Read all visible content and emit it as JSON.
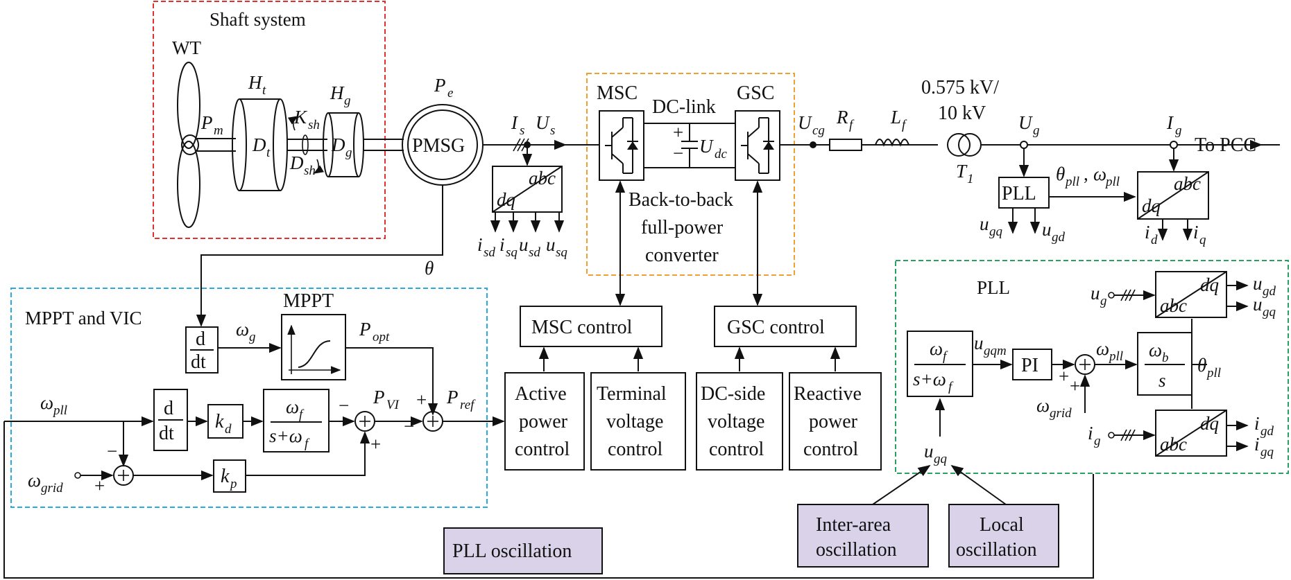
{
  "regions": {
    "shaft": "Shaft system",
    "mppt_vic": "MPPT and VIC",
    "pll": "PLL",
    "converter": "Back-to-back full-power converter"
  },
  "converter_text": [
    "Back-to-back",
    "full-power",
    "converter"
  ],
  "colors": {
    "shaft": "#e03030",
    "mppt_vic": "#2aa9de",
    "converter": "#f0a030",
    "pll": "#28a060",
    "purple_fill": "#d9d2e9"
  },
  "top": {
    "wt": "WT",
    "pmsg": "PMSG",
    "msc": "MSC",
    "gsc": "GSC",
    "dclink": "DC-link",
    "transformer": [
      "0.575 kV/",
      "10 kV"
    ],
    "to_pcc": "To PCC",
    "pll_box": "PLL"
  },
  "control": {
    "msc_control": "MSC control",
    "gsc_control": "GSC control",
    "active": [
      "Active",
      "power",
      "control"
    ],
    "terminal": [
      "Terminal",
      "voltage",
      "control"
    ],
    "dcside": [
      "DC-side",
      "voltage",
      "control"
    ],
    "reactive": [
      "Reactive",
      "power",
      "control"
    ]
  },
  "mppt": {
    "title": "MPPT",
    "deriv_d": "d",
    "deriv_dt": "dt",
    "kd": "k",
    "kp": "k"
  },
  "pll": {
    "pi": "PI"
  },
  "oscillations": {
    "pll": "PLL oscillation",
    "inter": [
      "Inter-area",
      "oscillation"
    ],
    "local": [
      "Local",
      "oscillation"
    ]
  }
}
